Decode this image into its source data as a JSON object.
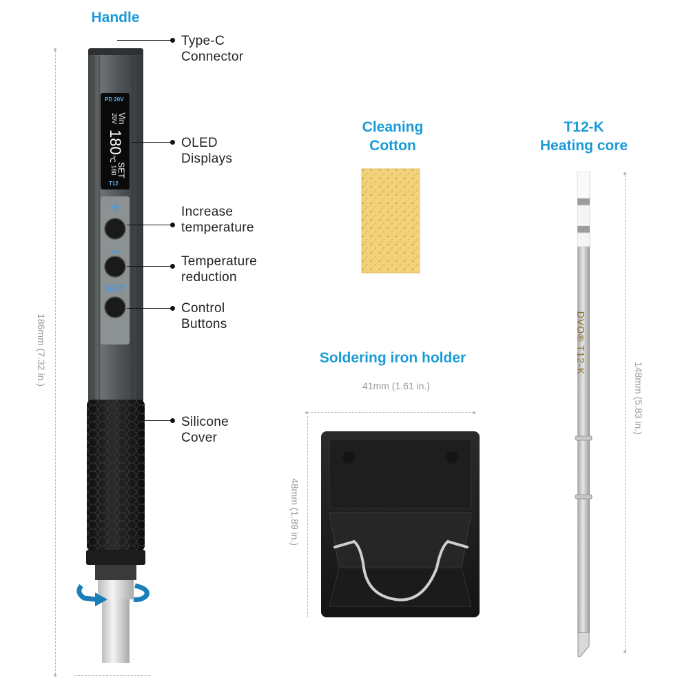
{
  "handle": {
    "title": "Handle",
    "length_dim": "186mm (7.32 in.)",
    "callouts": [
      "Type-C\nConnector",
      "OLED\nDisplays",
      "Increase\ntemperature",
      "Temperature\nreduction",
      "Control\nButtons",
      "Silicone\nCover"
    ],
    "display": {
      "pd": "PD 20V",
      "vin_label": "Vin",
      "vin_value": "20V",
      "temp": "180",
      "temp_unit": "℃",
      "set_label": "SET",
      "set_value": "180",
      "tip": "T12"
    },
    "buttons": {
      "plus": "+",
      "minus": "−",
      "set": "SET"
    }
  },
  "cotton": {
    "title": "Cleaning\nCotton"
  },
  "core": {
    "title": "T12-K\nHeating core",
    "length_dim": "148mm (5.83 in.)",
    "engraving": "DVO® T12-K"
  },
  "holder": {
    "title": "Soldering iron holder",
    "width_dim": "41mm (1.61 in.)",
    "height_dim": "48mm (1.89 in.)"
  },
  "colors": {
    "accent": "#1a9bd7",
    "handle_body": "#5a5f60",
    "grip": "#1b1b1b",
    "sponge": "#f1d27a",
    "display_text": "#ffffff",
    "button_label": "#6aa9e3"
  }
}
